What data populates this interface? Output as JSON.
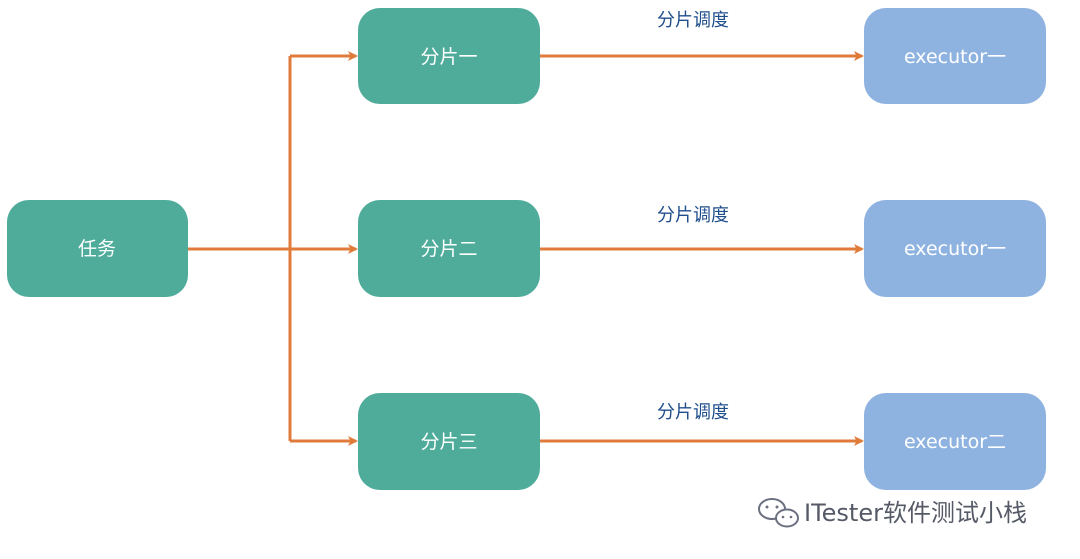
{
  "colors": {
    "task_fill": "#4fac9b",
    "shard_fill": "#4fac9b",
    "executor_fill": "#8fb3e0",
    "arrow": "#e07b39",
    "edge_label": "#1f4e8c",
    "watermark": "#555a66"
  },
  "nodes": {
    "task": "任务",
    "shards": [
      "分片一",
      "分片二",
      "分片三"
    ],
    "executors": [
      "executor一",
      "executor一",
      "executor二"
    ]
  },
  "edges": {
    "dispatch_labels": [
      "分片调度",
      "分片调度",
      "分片调度"
    ]
  },
  "watermark": {
    "icon": "wechat-icon",
    "text": "ITester软件测试小栈"
  }
}
